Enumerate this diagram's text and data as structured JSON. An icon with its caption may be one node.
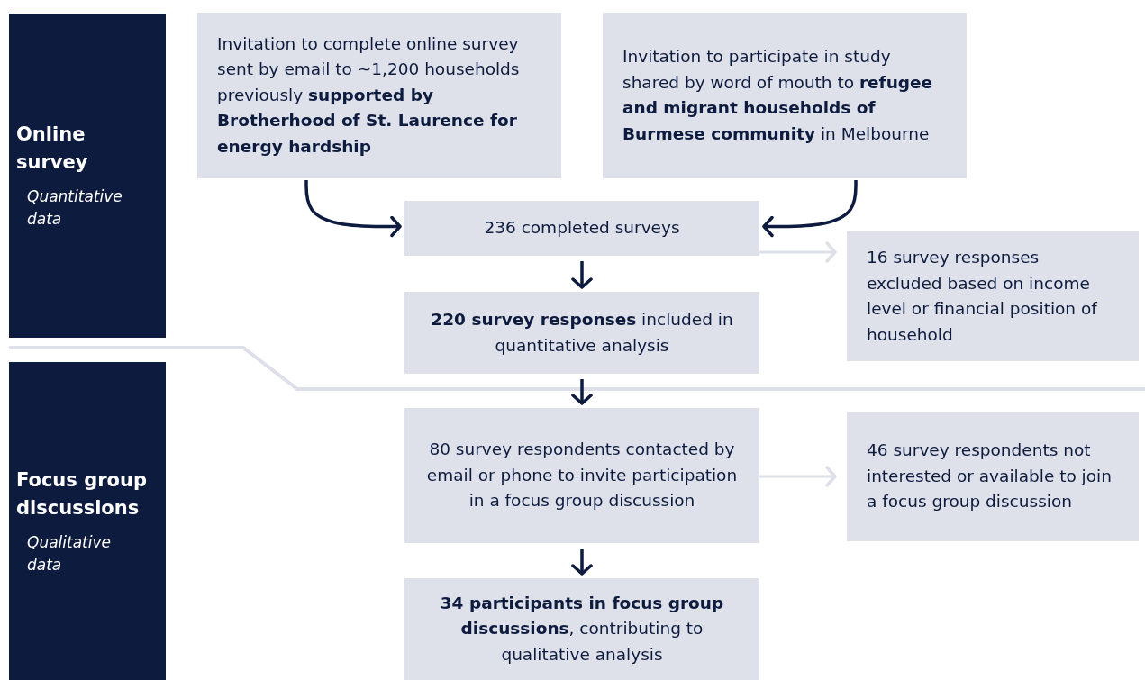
{
  "diagram": {
    "nodes": [
      {
        "text": [
          "Online survey",
          "Quantitative data"
        ]
      },
      {
        "text": [
          "Focus group discussions",
          "Qualitative data"
        ]
      },
      {
        "text": [
          "Invitation to complete online survey sent by email to ~1,200 households previously **supported by Brotherhood of St. Laurence for energy hardship**"
        ]
      },
      {
        "text": [
          "Invitation to participate in study shared by word of mouth to **refugee and migrant households of Burmese community** in Melbourne"
        ]
      },
      {
        "text": [
          "236 completed surveys"
        ]
      },
      {
        "text": [
          "16 survey responses excluded based on income level or financial position of household"
        ]
      },
      {
        "text": [
          "**220 survey responses** included in quantitative analysis"
        ]
      },
      {
        "text": [
          "80 survey respondents contacted by email or phone to invite participation in a focus group discussion"
        ]
      },
      {
        "text": [
          "46 survey respondents not interested or available to join a focus group discussion"
        ]
      },
      {
        "text": [
          "**34 participants in focus group discussions**, contributing to qualitative analysis"
        ]
      }
    ],
    "edges": [
      {
        "from": 2,
        "to": 4,
        "arrow": "to"
      },
      {
        "from": 3,
        "to": 4,
        "arrow": "to"
      },
      {
        "from": 4,
        "to": 5,
        "arrow": "to",
        "color": "#dde0e8"
      },
      {
        "from": 4,
        "to": 6,
        "arrow": "to"
      },
      {
        "from": 6,
        "to": 7,
        "arrow": "to"
      },
      {
        "from": 7,
        "to": 8,
        "arrow": "to",
        "color": "#dde0e8"
      },
      {
        "from": 7,
        "to": 9,
        "arrow": "to"
      }
    ]
  }
}
